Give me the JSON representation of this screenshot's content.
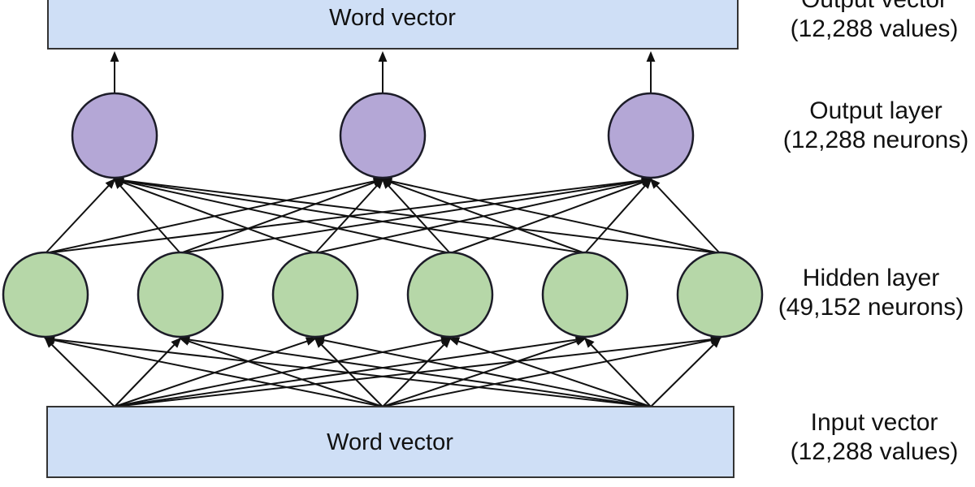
{
  "diagram": {
    "top_box": {
      "label": "Word vector"
    },
    "bottom_box": {
      "label": "Word vector"
    },
    "side_labels": {
      "output_vector": {
        "line1": "Output vector",
        "line2": "(12,288 values)"
      },
      "output_layer": {
        "line1": "Output layer",
        "line2": "(12,288 neurons)"
      },
      "hidden_layer": {
        "line1": "Hidden layer",
        "line2": "(49,152 neurons)"
      },
      "input_vector": {
        "line1": "Input vector",
        "line2": "(12,288 values)"
      }
    },
    "layers": {
      "output": {
        "count": 3,
        "fill": "#b4a7d6"
      },
      "hidden": {
        "count": 6,
        "fill": "#b6d7a8"
      }
    },
    "connections": {
      "input_to_hidden": "full",
      "hidden_to_output": "full",
      "output_to_box": "one-to-one"
    },
    "colors": {
      "box_fill": "#cfdff6",
      "box_stroke": "#333333",
      "edge": "#111111",
      "text": "#111111",
      "output_node_fill": "#b4a7d6",
      "hidden_node_fill": "#b6d7a8"
    }
  }
}
